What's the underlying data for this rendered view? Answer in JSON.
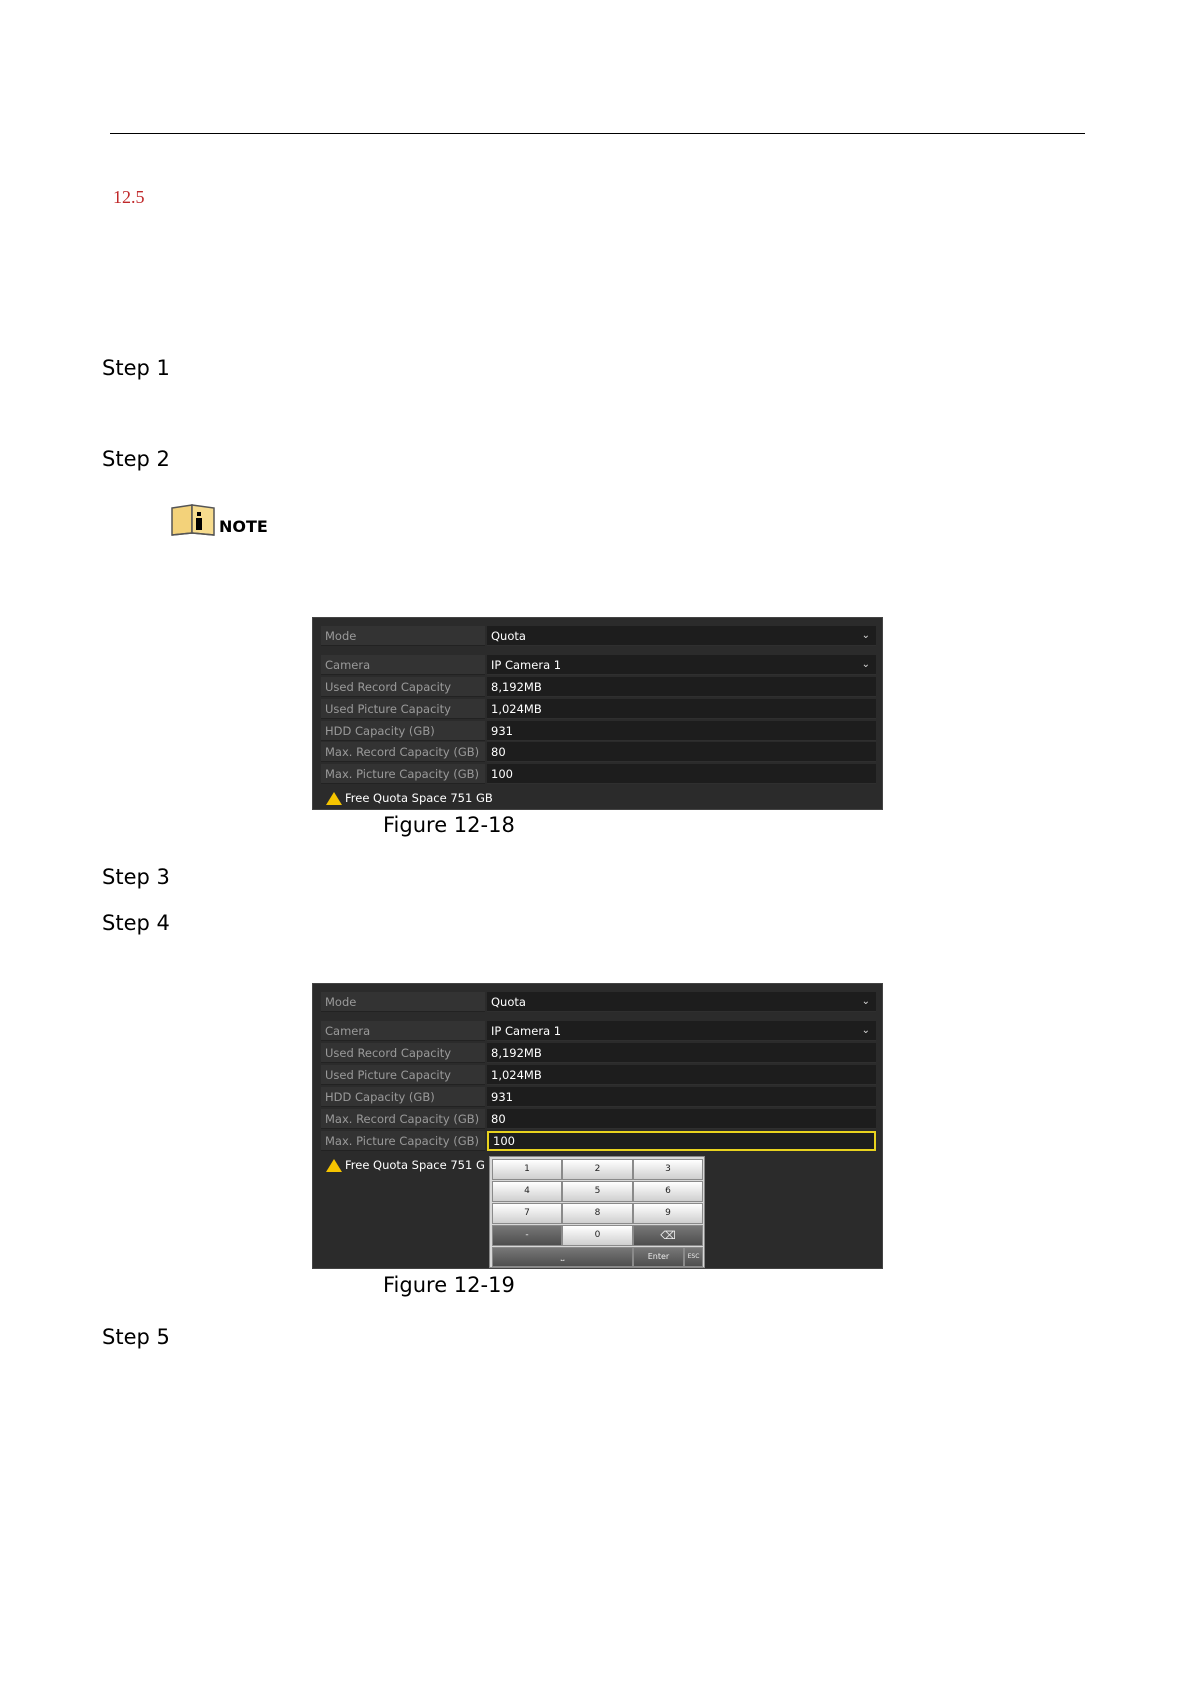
{
  "section_number": "12.5",
  "steps": [
    "Step 1",
    "Step 2",
    "Step 3",
    "Step 4",
    "Step 5"
  ],
  "note_label": "NOTE",
  "figure1": {
    "rows": [
      {
        "label": "Mode",
        "value": "Quota"
      },
      {
        "label": "Camera",
        "value": "IP Camera 1"
      },
      {
        "label": "Used Record Capacity",
        "value": "8,192MB"
      },
      {
        "label": "Used Picture Capacity",
        "value": "1,024MB"
      },
      {
        "label": "HDD Capacity (GB)",
        "value": "931"
      },
      {
        "label": "Max. Record Capacity (GB)",
        "value": "80"
      },
      {
        "label": "Max. Picture Capacity (GB)",
        "value": "100"
      }
    ],
    "warning": "Free Quota Space 751 GB",
    "caption": "Figure 12-18"
  },
  "figure2": {
    "rows": [
      {
        "label": "Mode",
        "value": "Quota"
      },
      {
        "label": "Camera",
        "value": "IP Camera 1"
      },
      {
        "label": "Used Record Capacity",
        "value": "8,192MB"
      },
      {
        "label": "Used Picture Capacity",
        "value": "1,024MB"
      },
      {
        "label": "HDD Capacity (GB)",
        "value": "931"
      },
      {
        "label": "Max. Record Capacity (GB)",
        "value": "80"
      },
      {
        "label": "Max. Picture Capacity (GB)",
        "value": "100"
      }
    ],
    "warning": "Free Quota Space 751 G",
    "keypad": {
      "digits": [
        "1",
        "2",
        "3",
        "4",
        "5",
        "6",
        "7",
        "8",
        "9",
        "0"
      ],
      "minus": "-",
      "enter": "Enter",
      "esc": "ESC",
      "space": "⎵",
      "backspace": "⌫"
    },
    "caption": "Figure 12-19"
  }
}
